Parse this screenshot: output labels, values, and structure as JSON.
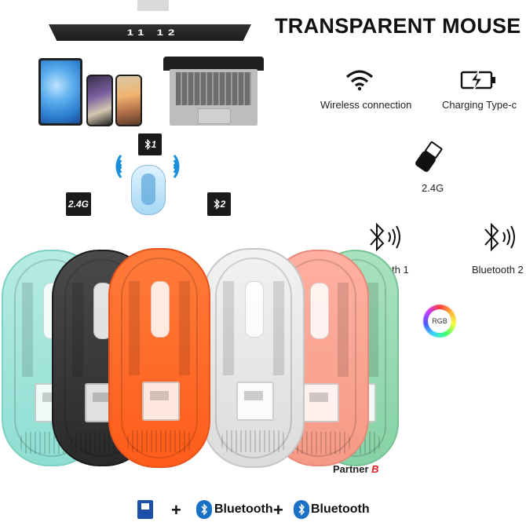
{
  "title": "TRANSPARENT MOUSE",
  "monitor_text": "11 12",
  "badges": {
    "bt1": "1",
    "bt2": "2",
    "g24": "2.4G"
  },
  "features": {
    "wireless": "Wireless connection",
    "charging": "Charging Type-c",
    "receiver": "2.4G",
    "bluetooth1": "Bluetooth 1",
    "bluetooth2": "Bluetooth 2",
    "rgb": "RGB"
  },
  "partner": {
    "text": "Partner",
    "logo": "B"
  },
  "bottom": {
    "plus": "+",
    "bluetooth_word": "Bluetooth"
  },
  "mouse_colors": [
    "#8fded2",
    "#2a2a2a",
    "#ff5c1a",
    "#dcdcdc",
    "#f59a86",
    "#86d2a5"
  ],
  "icons": [
    "wifi-icon",
    "battery-charging-icon",
    "usb-receiver-icon",
    "bluetooth-icon",
    "rgb-ring-icon",
    "usb-icon"
  ]
}
